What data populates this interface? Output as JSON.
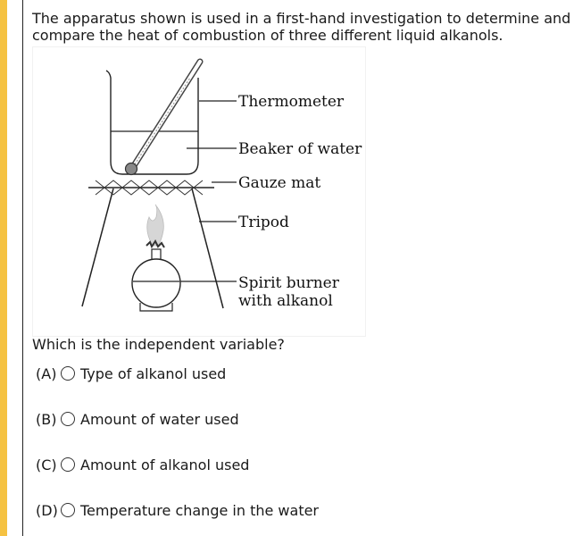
{
  "question": {
    "line1": "The apparatus shown is used in a first-hand investigation to determine and",
    "line2": "compare the heat of combustion of three different liquid alkanols."
  },
  "figure": {
    "labels": {
      "thermometer": "Thermometer",
      "beaker": "Beaker of water",
      "gauze": "Gauze mat",
      "tripod": "Tripod",
      "burner_line1": "Spirit burner",
      "burner_line2": "with alkanol"
    }
  },
  "prompt": "Which is the independent variable?",
  "options": [
    {
      "letter": "(A)",
      "text": "Type of alkanol used"
    },
    {
      "letter": "(B)",
      "text": "Amount of water used"
    },
    {
      "letter": "(C)",
      "text": "Amount of alkanol used"
    },
    {
      "letter": "(D)",
      "text": "Temperature change in the water"
    }
  ],
  "colors": {
    "accent": "#f5c242"
  }
}
